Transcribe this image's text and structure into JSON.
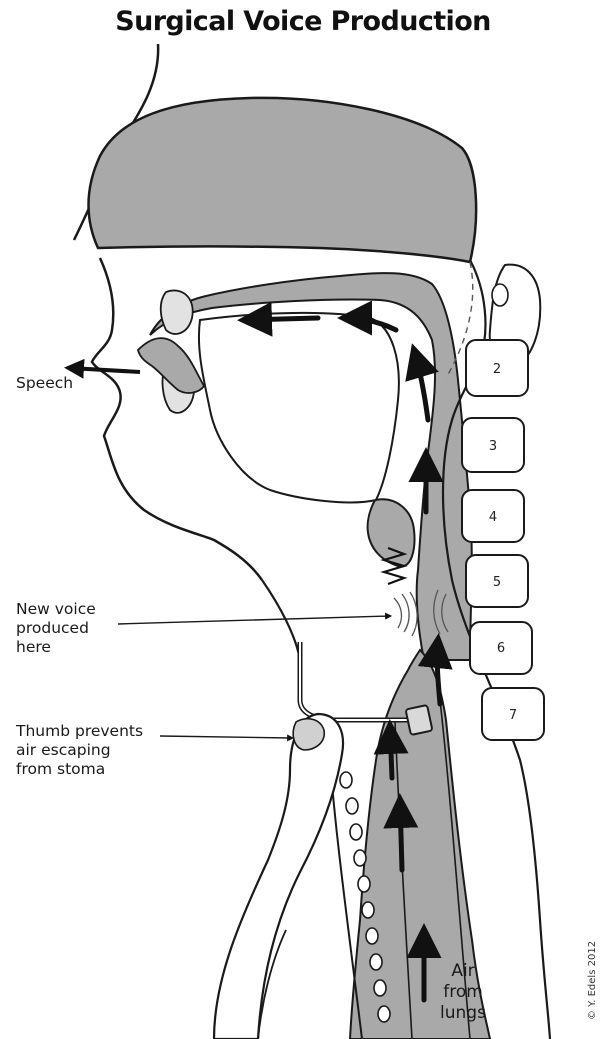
{
  "title": "Surgical Voice Production",
  "labels": {
    "speech": "Speech",
    "new_voice": [
      "New voice",
      "produced",
      "here"
    ],
    "thumb": [
      "Thumb prevents",
      "air escaping",
      "from stoma"
    ],
    "air": [
      "Air",
      "from",
      "lungs"
    ]
  },
  "vertebrae": [
    "2",
    "3",
    "4",
    "5",
    "6",
    "7"
  ],
  "copyright": "© Y. Edels 2012",
  "colors": {
    "tissue": "#a9a9a9",
    "outline": "#1a1a1a",
    "background": "#ffffff"
  }
}
